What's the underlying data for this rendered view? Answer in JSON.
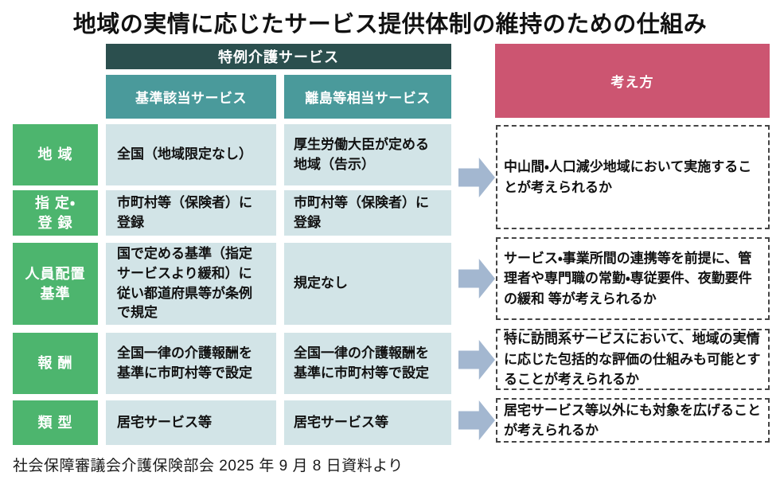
{
  "title": "地域の実情に応じたサービス提供体制の維持のための仕組み",
  "colors": {
    "dark_teal": "#2b4f4e",
    "teal": "#4a9a9b",
    "green": "#4db56e",
    "cell_blue": "#d2e4e7",
    "pink": "#cc5571",
    "arrow_blue": "#a3b7d0",
    "text_dark": "#1a1a1a"
  },
  "table": {
    "group_header": "特例介護サービス",
    "columns": [
      "基準該当サービス",
      "離島等相当サービス"
    ],
    "rows": [
      {
        "label": "地 域",
        "kijun_gaito": "全国（地域限定なし）",
        "rito_soto": "厚生労働大臣が定める地域（告示）"
      },
      {
        "label": "指 定・\n登 録",
        "kijun_gaito": "市町村等（保険者）に登録",
        "rito_soto": "市町村等（保険者）に登録"
      },
      {
        "label": "人員配置\n基準",
        "kijun_gaito": "国で定める基準（指定サービスより緩和）に従い都道府県等が条例で規定",
        "rito_soto": "規定なし"
      },
      {
        "label": "報 酬",
        "kijun_gaito": "全国一律の介護報酬を基準に市町村等で設定",
        "rito_soto": "全国一律の介護報酬を基準に市町村等で設定"
      },
      {
        "label": "類 型",
        "kijun_gaito": "居宅サービス等",
        "rito_soto": "居宅サービス等"
      }
    ]
  },
  "considerations": {
    "header": "考え方",
    "items": [
      "中山間・人口減少地域において実施することが考えられるか",
      "サービス・事業所間の連携等を前提に、管理者や専門職の常勤・専従要件、夜勤要件の緩和 等が考えられるか",
      "特に訪問系サービスにおいて、地域の実情に応じた包括的な評価の仕組みも可能とすることが考えられるか",
      "居宅サービス等以外にも対象を広げることが考えられるか"
    ]
  },
  "caption": "社会保障審議会介護保険部会 2025 年 9 月 8 日資料より"
}
